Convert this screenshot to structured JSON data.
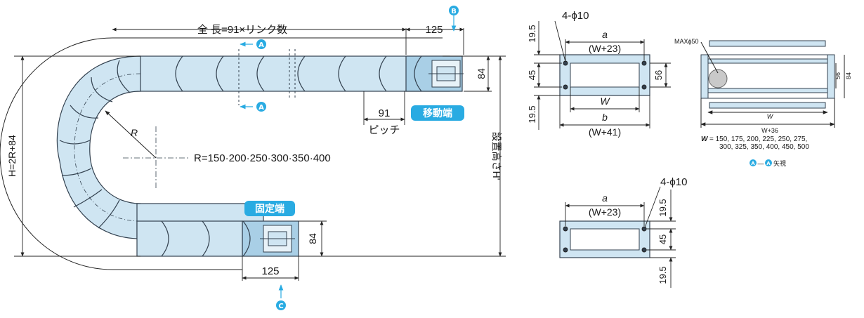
{
  "colors": {
    "chain_fill": "#cfe5f2",
    "chain_stroke": "#33414f",
    "accent": "#29abe2",
    "line": "#222222"
  },
  "chain": {
    "total_length_label": "全 長=91×リンク数",
    "moving_end_length": "125",
    "fixed_end_length": "125",
    "end_height_top": "84",
    "end_height_bottom": "84",
    "pitch_value": "91",
    "pitch_label": "ピッチ",
    "moving_end_tag": "移動端",
    "fixed_end_tag": "固定端",
    "radius_symbol": "R",
    "radius_options": "R=150·200·250·300·350·400",
    "height_formula": "H=2R+84",
    "install_height_label": "設置高さH'",
    "marker_a": "A",
    "marker_b": "B",
    "marker_c": "C"
  },
  "section_top": {
    "holes_label": "4-ϕ10",
    "dim_a": "a",
    "dim_a_formula": "(W+23)",
    "dim_w": "W",
    "dim_b": "b",
    "dim_b_formula": "(W+41)",
    "dim_19_5_top": "19.5",
    "dim_45": "45",
    "dim_19_5_bottom": "19.5",
    "dim_56": "56"
  },
  "section_bottom": {
    "holes_label": "4-ϕ10",
    "dim_a": "a",
    "dim_a_formula": "(W+23)",
    "dim_19_5_top": "19.5",
    "dim_45": "45",
    "dim_19_5_bottom": "19.5"
  },
  "cross_view": {
    "max_label": "MAXϕ50",
    "dim_56": "56",
    "dim_84": "84",
    "dim_w": "W",
    "dim_w36": "W+36",
    "w_symbol": "W",
    "w_values_line1": "= 150, 175, 200, 225, 250, 275,",
    "w_values_line2": "300, 325, 350, 400, 450, 500",
    "view_label_a1": "A",
    "view_label_dash": "—",
    "view_label_a2": "A",
    "view_label_text": "矢視"
  }
}
